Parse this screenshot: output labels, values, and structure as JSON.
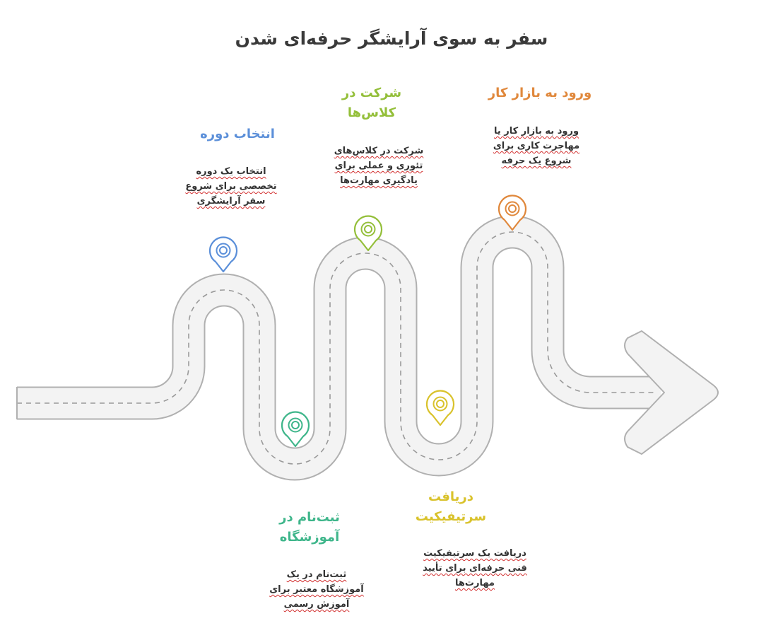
{
  "title": "سفر به سوی آرایشگر حرفه‌ای شدن",
  "colors": {
    "blue": "#5b8fd9",
    "teal": "#3fb68b",
    "green": "#94bf3a",
    "yellow": "#d9c22b",
    "orange": "#e0883c",
    "road_fill": "#f3f3f3",
    "road_edge": "#b0b0b0",
    "road_dash": "#9a9a9a"
  },
  "steps": [
    {
      "title": "انتخاب دوره",
      "description": "انتخاب یک دوره تخصصی برای شروع سفر آرایشگری",
      "color": "blue",
      "icon": "map-pin-icon"
    },
    {
      "title": "ثبت‌نام در آموزشگاه",
      "description": "ثبت‌نام در یک آموزشگاه معتبر برای آموزش رسمی",
      "color": "teal",
      "icon": "map-pin-icon"
    },
    {
      "title": "شرکت در کلاس‌ها",
      "description": "شرکت در کلاس‌های تئوری و عملی برای یادگیری مهارت‌ها",
      "color": "green",
      "icon": "map-pin-icon"
    },
    {
      "title": "دریافت سرتیفیکیت",
      "description": "دریافت یک سرتیفیکیت فنی حرفه‌ای برای تأیید مهارت‌ها",
      "color": "yellow",
      "icon": "map-pin-icon"
    },
    {
      "title": "ورود به بازار کار",
      "description": "ورود به بازار کار یا مهاجرت کاری برای شروع یک حرفه",
      "color": "orange",
      "icon": "map-pin-icon"
    }
  ]
}
